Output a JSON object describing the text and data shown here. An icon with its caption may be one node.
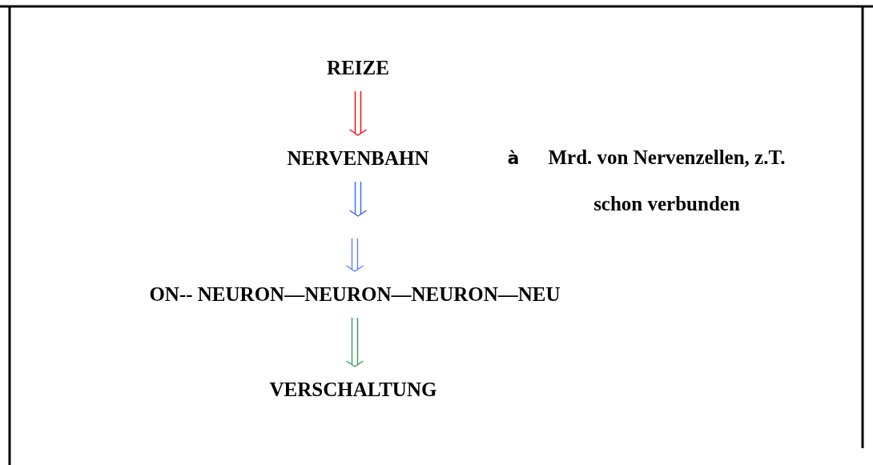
{
  "diagram": {
    "nodes": [
      {
        "text": [
          "REIZE"
        ]
      },
      {
        "text": [
          "NERVENBAHN"
        ],
        "beside": [
          "à",
          "Mrd. von Nervenzellen, z.T. schon verbunden"
        ]
      },
      {
        "text": [
          "ON-- NEURON—NEURON—NEURON—NEU"
        ]
      },
      {
        "text": [
          "VERSCHALTUNG"
        ]
      }
    ],
    "edges": [
      {
        "from": 0,
        "to": 1,
        "arrow": "to",
        "color": "#ff0000"
      },
      {
        "from": 1,
        "to": null,
        "arrow": "to",
        "color": "#3366ff"
      },
      {
        "from": null,
        "to": 2,
        "arrow": "to",
        "color": "#5b7fff"
      },
      {
        "from": 2,
        "to": 3,
        "arrow": "to",
        "color": "#3a9a60"
      }
    ]
  }
}
